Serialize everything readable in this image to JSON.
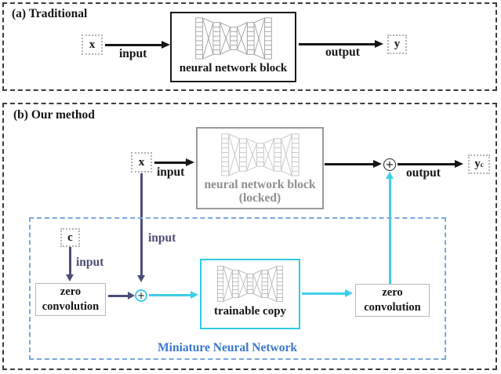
{
  "panel_a": {
    "title": "(a) Traditional",
    "x": "x",
    "input": "input",
    "block": "neural network block",
    "output": "output",
    "y": "y"
  },
  "panel_b": {
    "title": "(b) Our method",
    "x": "x",
    "input_top": "input",
    "block": "neural network block",
    "block_state": "(locked)",
    "plus": "+",
    "output": "output",
    "y_base": "y",
    "y_sub": "c",
    "c": "c",
    "input_c": "input",
    "input_x": "input",
    "zero_conv_left": "zero convolution",
    "trainable": "trainable copy",
    "zero_conv_right": "zero convolution",
    "miniature": "Miniature Neural Network"
  },
  "colors": {
    "arrow_black": "#151515",
    "arrow_slate": "#4d4d78",
    "arrow_cyan": "#3ecfe8",
    "trainable_border": "#2fc9e7",
    "miniature_border": "#79a8dc",
    "miniature_label": "#3a76cc",
    "locked_gray": "#8f8f8f"
  }
}
